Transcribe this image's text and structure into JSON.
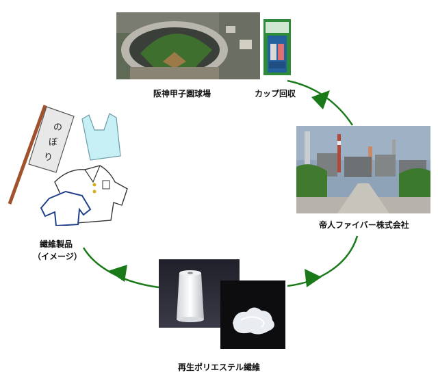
{
  "nodes": {
    "stadium": {
      "label": "阪神甲子園球場"
    },
    "cup_collection": {
      "label": "カップ回収"
    },
    "factory": {
      "label": "帝人ファイバー株式会社"
    },
    "recycled_fiber": {
      "label": "再生ポリエステル繊維"
    },
    "fiber_products": {
      "label_line1": "繊維製品",
      "label_line2": "（イメージ）"
    }
  },
  "banner": {
    "chars": [
      "の",
      "ぼ",
      "り"
    ]
  },
  "colors": {
    "arrow": "#1a7a1a",
    "sky": "#8fa3b8",
    "bin_green": "#2e8b3a"
  }
}
